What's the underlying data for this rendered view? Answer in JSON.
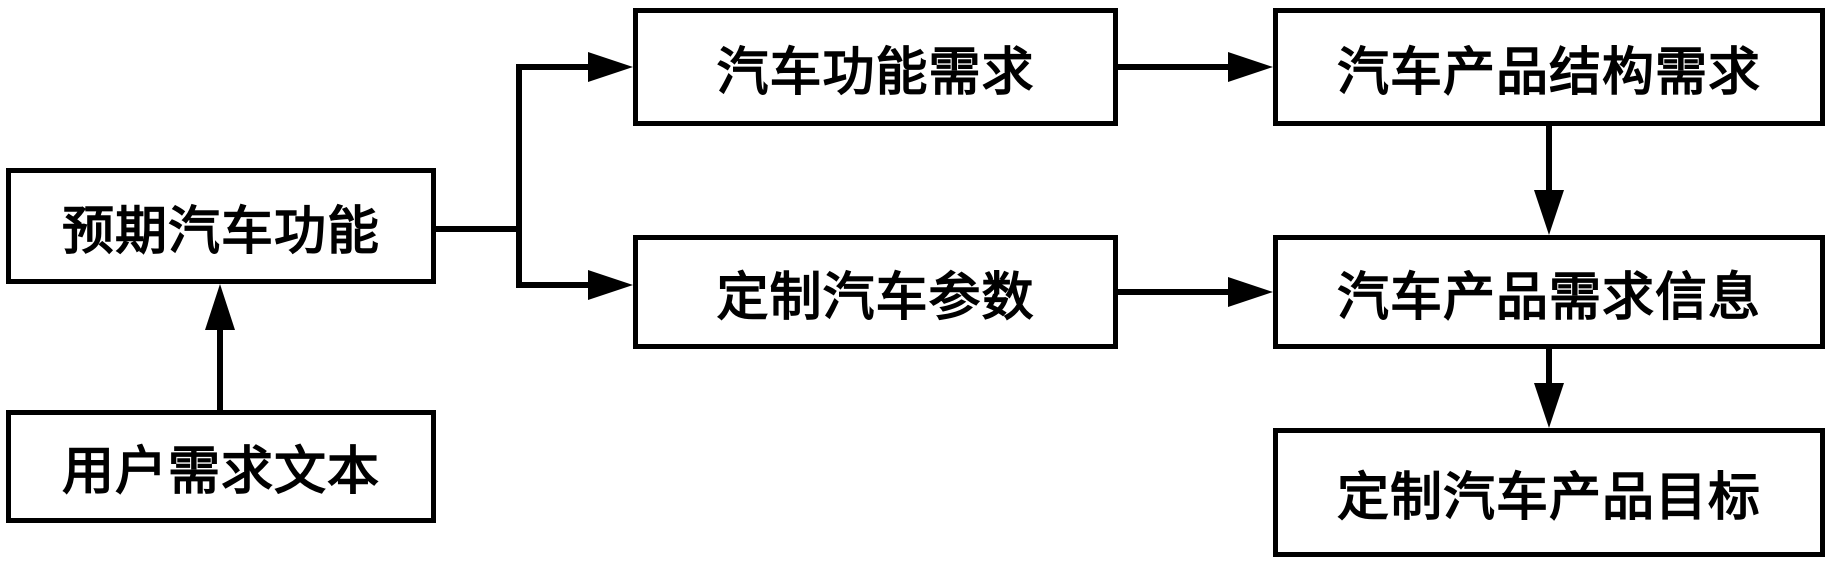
{
  "nodes": {
    "expected_function": "预期汽车功能",
    "user_text": "用户需求文本",
    "function_requirement": "汽车功能需求",
    "custom_parameters": "定制汽车参数",
    "structure_requirement": "汽车产品结构需求",
    "requirement_info": "汽车产品需求信息",
    "product_target": "定制汽车产品目标"
  },
  "edges": [
    [
      "user_text",
      "expected_function"
    ],
    [
      "expected_function",
      "function_requirement"
    ],
    [
      "expected_function",
      "custom_parameters"
    ],
    [
      "function_requirement",
      "structure_requirement"
    ],
    [
      "custom_parameters",
      "requirement_info"
    ],
    [
      "structure_requirement",
      "requirement_info"
    ],
    [
      "requirement_info",
      "product_target"
    ]
  ],
  "colors": {
    "stroke": "#000000",
    "background": "#ffffff"
  }
}
